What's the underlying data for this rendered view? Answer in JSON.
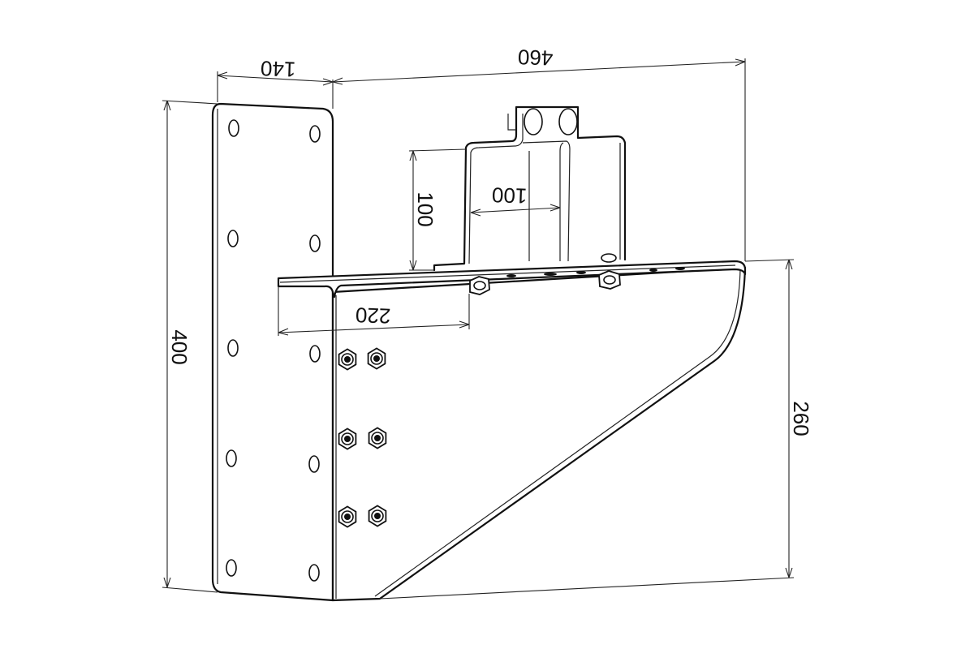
{
  "dimensions": {
    "flange_width": "140",
    "overall_length": "460",
    "overall_height": "400",
    "arm_height": "260",
    "clamp_width": "100",
    "clamp_height": "100",
    "clamp_offset": "220"
  },
  "colors": {
    "line": "#111111",
    "background": "#ffffff"
  }
}
